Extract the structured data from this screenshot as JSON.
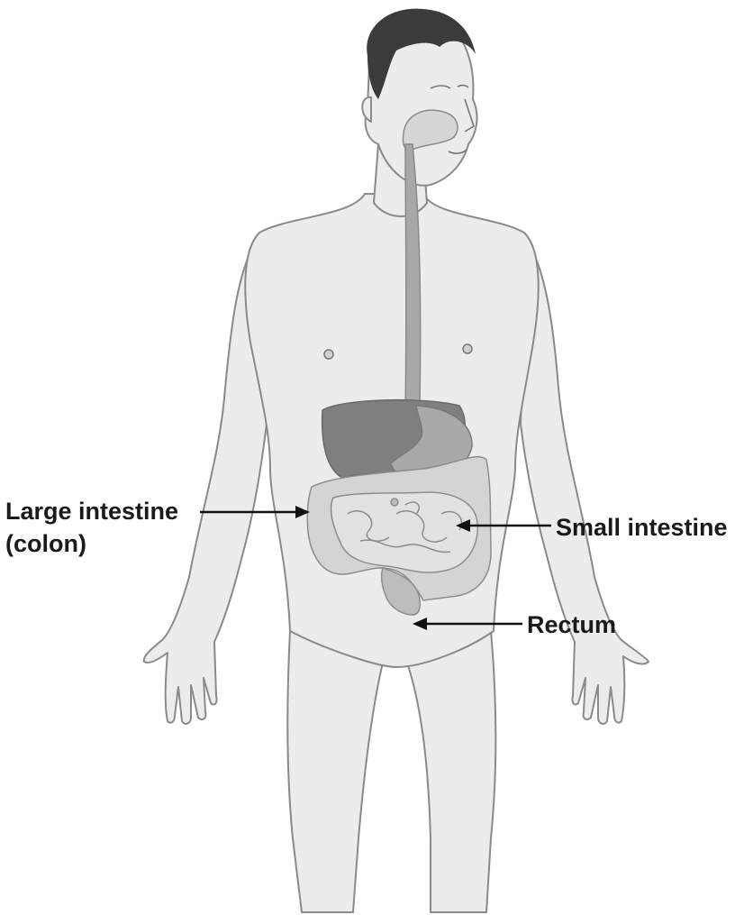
{
  "labels": {
    "large_intestine_line1": "Large intestine",
    "large_intestine_line2": "(colon)",
    "small_intestine": "Small intestine",
    "rectum": "Rectum"
  },
  "colors": {
    "skin": "#ececec",
    "outline": "#8a8a8a",
    "hair": "#3b3b3b",
    "liver": "#7f7f7f",
    "stomach": "#a9a9a9",
    "intestine": "#d4d4d4",
    "arrow": "#111111"
  }
}
